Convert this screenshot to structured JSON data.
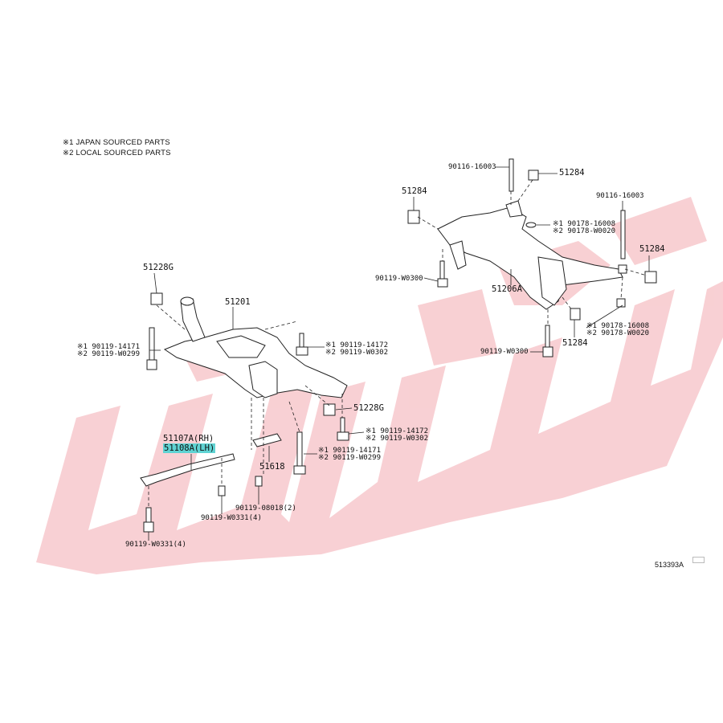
{
  "notes": [
    "※1  JAPAN SOURCED PARTS",
    "※2  LOCAL SOURCED PARTS"
  ],
  "labels": {
    "p90116_16003_top": "90116-16003",
    "p51284_top": "51284",
    "p51284_left": "51284",
    "p90116_16003_right": "90116-16003",
    "p90178_16008_a": "※1 90178-16008",
    "p90178_w0020_a": "※2 90178-W0020",
    "p51284_right": "51284",
    "p90119_w0300_a": "90119-W0300",
    "p51206a": "51206A",
    "p90178_16008_b": "※1 90178-16008",
    "p90178_w0020_b": "※2 90178-W0020",
    "p90119_w0300_b": "90119-W0300",
    "p51284_bottom": "51284",
    "p51228g_top": "51228G",
    "p51201": "51201",
    "p14171_a": "※1 90119-14171",
    "pw0299_a": "※2 90119-W0299",
    "p14172_a": "※1 90119-14172",
    "pw0302_a": "※2 90119-W0302",
    "p51228g_right": "51228G",
    "p14172_b": "※1 90119-14172",
    "pw0302_b": "※2 90119-W0302",
    "p51107a": "51107A(RH)",
    "p51108a": "51108A(LH)",
    "p14171_b": "※1 90119-14171",
    "pw0299_b": "※2 90119-W0299",
    "p51618": "51618",
    "p08018": "90119-08018(2)",
    "pw0331_a": "90119-W0331(4)",
    "pw0331_b": "90119-W0331(4)"
  },
  "figure_code": "513393A",
  "watermark_color": "#f7c8cc",
  "line_color": "#222222"
}
